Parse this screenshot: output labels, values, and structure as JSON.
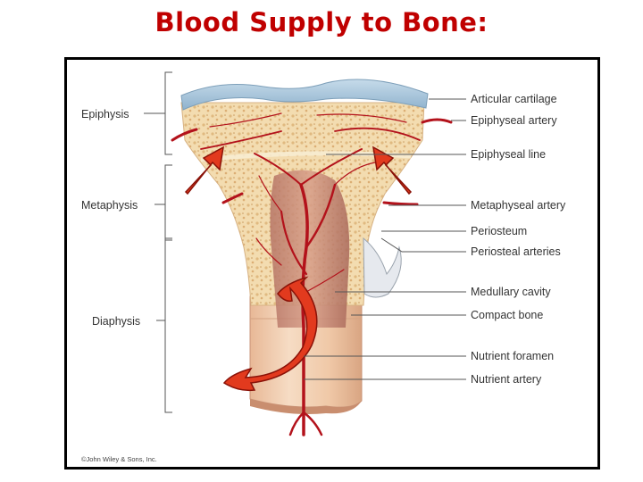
{
  "title": "Blood Supply to Bone:",
  "regions": [
    {
      "key": "epiphysis",
      "label": "Epiphysis"
    },
    {
      "key": "metaphysis",
      "label": "Metaphysis"
    },
    {
      "key": "diaphysis",
      "label": "Diaphysis"
    }
  ],
  "structures": [
    {
      "key": "articular_cartilage",
      "label": "Articular cartilage"
    },
    {
      "key": "epiphyseal_artery",
      "label": "Epiphyseal artery"
    },
    {
      "key": "epiphyseal_line",
      "label": "Epiphyseal line"
    },
    {
      "key": "metaphyseal_artery",
      "label": "Metaphyseal artery"
    },
    {
      "key": "periosteum",
      "label": "Periosteum"
    },
    {
      "key": "periosteal_arteries",
      "label": "Periosteal arteries"
    },
    {
      "key": "medullary_cavity",
      "label": "Medullary cavity"
    },
    {
      "key": "compact_bone",
      "label": "Compact bone"
    },
    {
      "key": "nutrient_foramen",
      "label": "Nutrient foramen"
    },
    {
      "key": "nutrient_artery",
      "label": "Nutrient artery"
    }
  ],
  "credit": "©John Wiley & Sons, Inc.",
  "colors": {
    "title": "#c00000",
    "arrow_fill": "#e23a1e",
    "artery": "#b3121b",
    "cartilage": "#a9c6dc",
    "spongy_bone": "#f0d6a8",
    "compact_bone": "#f2cfb0",
    "marrow": "#c88a78"
  }
}
